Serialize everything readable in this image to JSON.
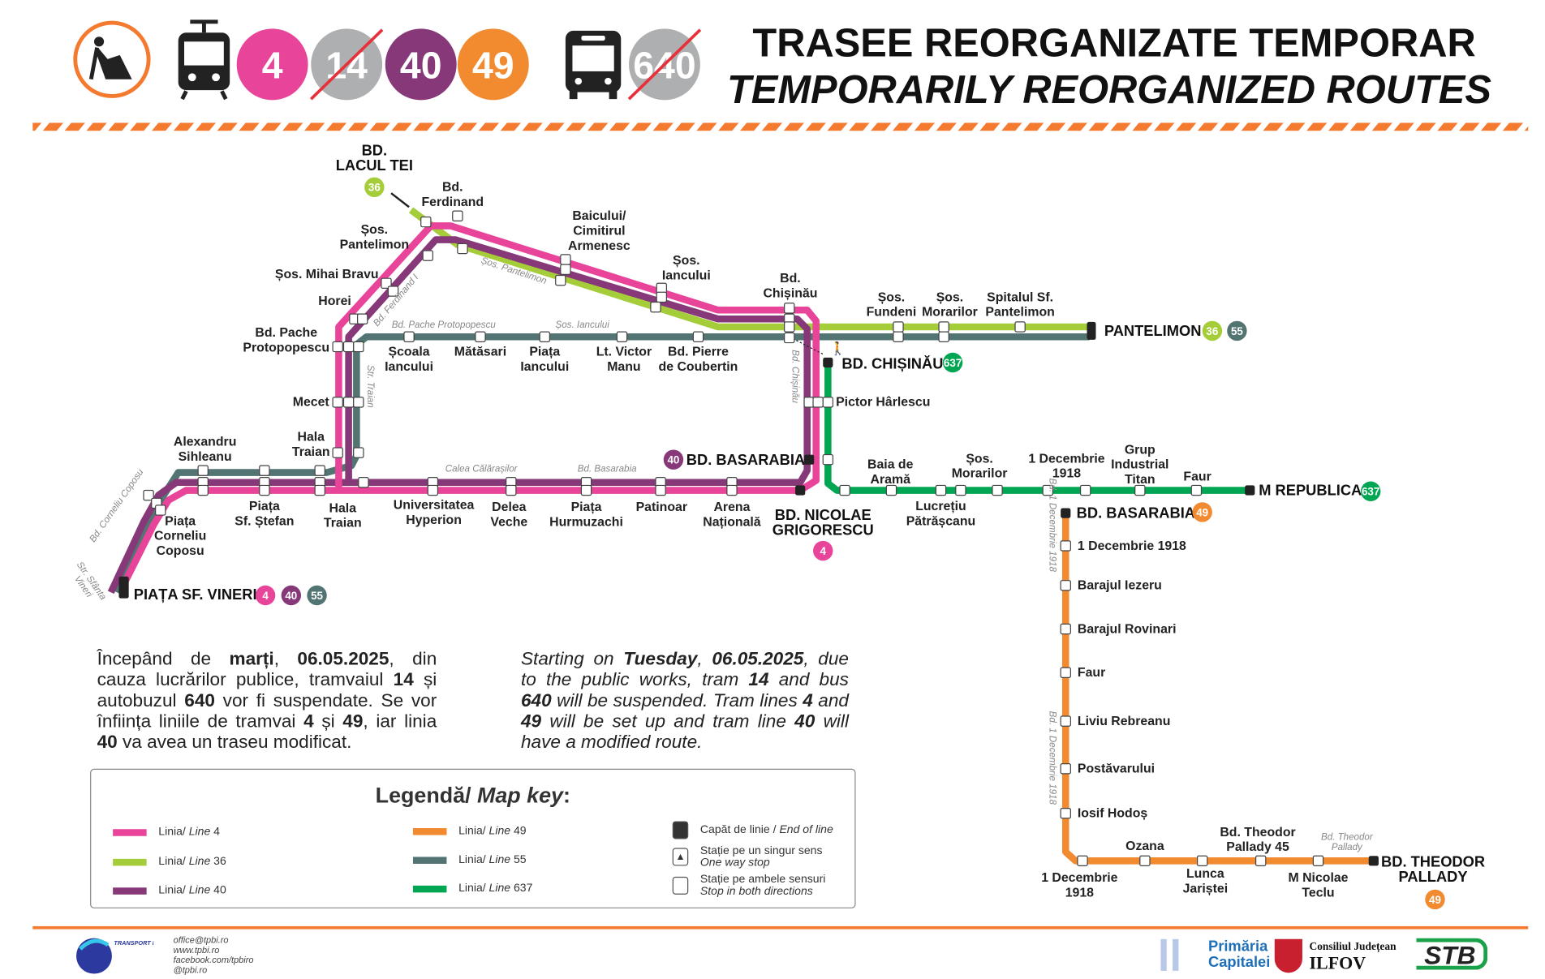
{
  "header": {
    "title_ro": "TRASEE REORGANIZATE TEMPORAR",
    "title_en": "TEMPORARILY REORGANIZED ROUTES",
    "tram_routes": [
      {
        "label": "4",
        "color": "#e8449a",
        "suspended": false
      },
      {
        "label": "14",
        "color": "#aeafb1",
        "suspended": true
      },
      {
        "label": "40",
        "color": "#873879",
        "suspended": false
      },
      {
        "label": "49",
        "color": "#f28a30",
        "suspended": false
      }
    ],
    "bus_routes": [
      {
        "label": "640",
        "color": "#aeafb1",
        "suspended": true
      }
    ],
    "icons": [
      "roadworks-icon",
      "tram-icon",
      "bus-icon"
    ]
  },
  "colors": {
    "line4": "#e8449a",
    "line36": "#a5cd3a",
    "line40": "#873879",
    "line49": "#f28a30",
    "line55": "#527472",
    "line637": "#00a651",
    "accent": "#f47a30"
  },
  "map": {
    "termini": {
      "lacul_tei": "BD.\nLACUL TEI",
      "pantelimon": "PANTELIMON",
      "chisinau": "BD. CHIȘINĂU",
      "basarabia40": "BD. BASARABIA",
      "grigorescu": "BD. NICOLAE\nGRIGORESCU",
      "republica": "M REPUBLICA",
      "basarabia49": "BD. BASARABIA",
      "pallady": "BD. THEODOR\nPALLADY",
      "vineri": "PIAȚA SF. VINERI"
    },
    "badges": {
      "b36": "36",
      "b55": "55",
      "b637": "637",
      "b40": "40",
      "b4": "4",
      "b49": "49"
    },
    "stations": [
      "Bd.\nFerdinand",
      "Șos.\nPantelimon",
      "Baicului/\nCimitirul\nArmenesc",
      "Șos.\nIancului",
      "Bd.\nChișinău",
      "Șos. Mihai Bravu",
      "Horei",
      "Bd. Pache\nProtopopescu",
      "Mecet",
      "Hala\nTraian",
      "Alexandru\nSihleanu",
      "Piața\nSf. Ștefan",
      "Hala\nTraian",
      "Piața\nCorneliu\nCoposu",
      "Școala\nIancului",
      "Mătăsari",
      "Piața\nIancului",
      "Lt. Victor\nManu",
      "Bd. Pierre\nde Coubertin",
      "Șos.\nFundeni",
      "Șos.\nMorarilor",
      "Spitalul Sf.\nPantelimon",
      "Pictor Hârlescu",
      "Universitatea\nHyperion",
      "Delea\nVeche",
      "Piața\nHurmuzachi",
      "Patinoar",
      "Arena\nNațională",
      "Baia de\nAramă",
      "Lucrețiu\nPătrășcanu",
      "Șos.\nMorarilor",
      "1 Decembrie\n1918",
      "Grup\nIndustrial\nTitan",
      "Faur",
      "1 Decembrie 1918",
      "Barajul Iezeru",
      "Barajul Rovinari",
      "Faur",
      "Liviu Rebreanu",
      "Postăvarului",
      "Iosif Hodoș",
      "Ozana",
      "Bd. Theodor\nPallady 45",
      "1 Decembrie\n1918",
      "Lunca\nJariștei",
      "M Nicolae\nTeclu"
    ],
    "streets": [
      "Bd. Pache Protopopescu",
      "Șos. Iancului",
      "Șos. Pantelimon",
      "Bd. Ferdinand I",
      "Str. Traian",
      "Calea Călărașilor",
      "Bd. Basarabia",
      "Bd. Chișinău",
      "Bd. Corneliu Coposu",
      "Str. Sfânta\nVineri",
      "Bd. 1 Decembrie 1918",
      "Bd. 1 Decembrie 1918",
      "Bd. Theodor\nPallady"
    ]
  },
  "notice": {
    "ro": [
      {
        "t": "Începând de ",
        "b": false
      },
      {
        "t": "marți",
        "b": true
      },
      {
        "t": ", ",
        "b": false
      },
      {
        "t": "06.05.2025",
        "b": true
      },
      {
        "t": ", din cauza lucrărilor publice, tramvaiul ",
        "b": false
      },
      {
        "t": "14",
        "b": true
      },
      {
        "t": " și autobuzul ",
        "b": false
      },
      {
        "t": "640",
        "b": true
      },
      {
        "t": " vor fi suspendate. Se vor înființa liniile de tramvai ",
        "b": false
      },
      {
        "t": "4",
        "b": true
      },
      {
        "t": " și ",
        "b": false
      },
      {
        "t": "49",
        "b": true
      },
      {
        "t": ", iar linia ",
        "b": false
      },
      {
        "t": "40",
        "b": true
      },
      {
        "t": " va avea un traseu modificat.",
        "b": false
      }
    ],
    "en": [
      {
        "t": "Starting on ",
        "b": false
      },
      {
        "t": "Tuesday",
        "b": true
      },
      {
        "t": ", ",
        "b": false
      },
      {
        "t": "06.05.2025",
        "b": true
      },
      {
        "t": ", due to the public works, tram ",
        "b": false
      },
      {
        "t": "14",
        "b": true
      },
      {
        "t": " and bus ",
        "b": false
      },
      {
        "t": "640",
        "b": true
      },
      {
        "t": " will be suspended. Tram lines ",
        "b": false
      },
      {
        "t": "4",
        "b": true
      },
      {
        "t": " and ",
        "b": false
      },
      {
        "t": "49",
        "b": true
      },
      {
        "t": " will be set up and tram line ",
        "b": false
      },
      {
        "t": "40",
        "b": true
      },
      {
        "t": " will have a modified route.",
        "b": false
      }
    ]
  },
  "legend": {
    "title_ro": "Legendă/ ",
    "title_en": "Map key",
    "title_colon": ":",
    "lines": [
      {
        "ro": "Linia/ ",
        "en": "Line",
        "num": " 4",
        "color": "#e8449a"
      },
      {
        "ro": "Linia/ ",
        "en": "Line",
        "num": " 36",
        "color": "#a5cd3a"
      },
      {
        "ro": "Linia/ ",
        "en": "Line",
        "num": " 40",
        "color": "#873879"
      },
      {
        "ro": "Linia/ ",
        "en": "Line",
        "num": " 49",
        "color": "#f28a30"
      },
      {
        "ro": "Linia/ ",
        "en": "Line",
        "num": " 55",
        "color": "#527472"
      },
      {
        "ro": "Linia/ ",
        "en": "Line",
        "num": " 637",
        "color": "#00a651"
      }
    ],
    "symbols": [
      {
        "ro": "Capăt de linie / ",
        "en": "End of line"
      },
      {
        "ro": "Stație pe un singur sens",
        "en": "One way stop"
      },
      {
        "ro": "Stație pe ambele sensuri",
        "en": "Stop in both directions"
      }
    ]
  },
  "footer": {
    "tpbi_logo": "TRANSPORT PUBLIC BUCUREȘTI ILFOV",
    "contacts": [
      "office@tpbi.ro",
      "www.tpbi.ro",
      "facebook.com/tpbiro",
      "@tpbi.ro"
    ],
    "primaria": "Primăria\nCapitalei",
    "consiliu": "Consiliul Județean",
    "ilfov": "ILFOV",
    "stb": "STB"
  }
}
